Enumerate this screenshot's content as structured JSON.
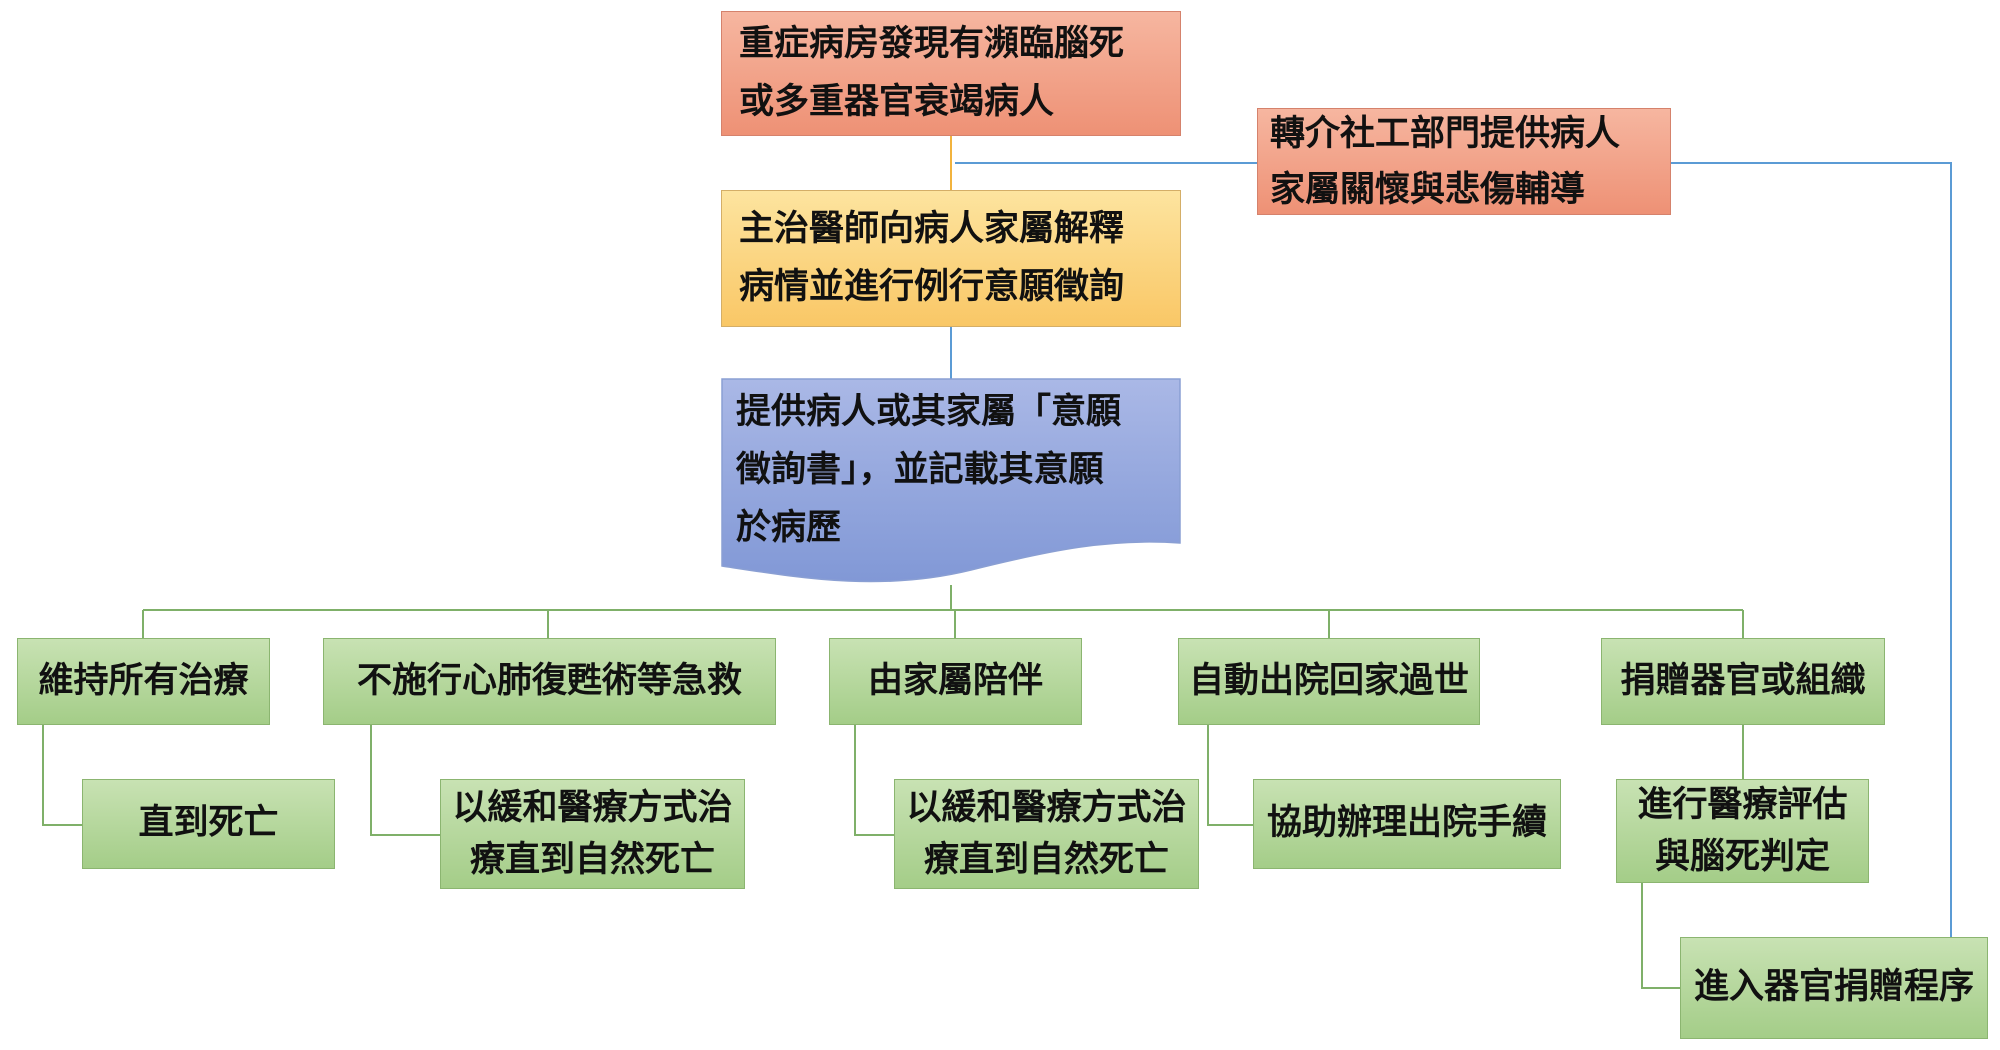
{
  "top_box": {
    "line1": "重症病房發現有瀕臨腦死",
    "line2": "或多重器官衰竭病人"
  },
  "explain_box": {
    "line1": "主治醫師向病人家屬解釋",
    "line2": "病情並進行例行意願徵詢"
  },
  "document_box": {
    "line1": "提供病人或其家屬「意願",
    "line2": "徵詢書」，並記載其意願",
    "line3": "於病歷"
  },
  "social_work_box": {
    "line1": "轉介社工部門提供病人",
    "line2": "家屬關懷與悲傷輔導"
  },
  "options": [
    {
      "label": "維持所有治療",
      "outcome_lines": [
        "直到死亡"
      ]
    },
    {
      "label": "不施行心肺復甦術等急救",
      "outcome_lines": [
        "以緩和醫療方式治",
        "療直到自然死亡"
      ]
    },
    {
      "label": "由家屬陪伴",
      "outcome_lines": [
        "以緩和醫療方式治",
        "療直到自然死亡"
      ]
    },
    {
      "label": "自動出院回家過世",
      "outcome_lines": [
        "協助辦理出院手續"
      ]
    },
    {
      "label": "捐贈器官或組織",
      "outcome_lines": [
        "進行醫療評估",
        "與腦死判定"
      ],
      "final": "進入器官捐贈程序"
    }
  ],
  "colors": {
    "salmon": "#f4a98f",
    "gold": "#fcd27f",
    "blue": "#8fa4dc",
    "green": "#b3d79b",
    "line_green": "#7fb069",
    "line_blue": "#5b9bd5",
    "line_gold": "#f2b33d"
  }
}
